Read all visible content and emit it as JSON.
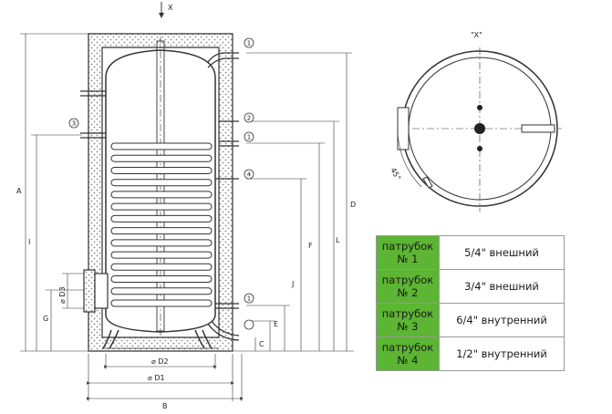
{
  "drawing": {
    "view_arrow_label": "X",
    "detail_title": "\"X\"",
    "angle_label": "45°",
    "dimension_labels": {
      "A": "A",
      "B": "B",
      "C": "C",
      "D": "D",
      "E": "E",
      "F": "F",
      "G": "G",
      "I": "I",
      "J": "J",
      "L": "L",
      "D1": "⌀ D1",
      "D2": "⌀ D2",
      "D3": "⌀ D3"
    },
    "port_markers": {
      "top": "1",
      "p2": "2",
      "p1_coil": "1",
      "p4": "4",
      "p3": "3",
      "p1_bottom": "1"
    }
  },
  "legend": {
    "rows": [
      {
        "port_line1": "патрубок",
        "port_line2": "№ 1",
        "spec": "5/4\" внешний"
      },
      {
        "port_line1": "патрубок",
        "port_line2": "№ 2",
        "spec": "3/4\" внешний"
      },
      {
        "port_line1": "патрубок",
        "port_line2": "№ 3",
        "spec": "6/4\" внутренний"
      },
      {
        "port_line1": "патрубок",
        "port_line2": "№ 4",
        "spec": "1/2\" внутренний"
      }
    ]
  },
  "colors": {
    "legend_key_bg": "#5cb533",
    "line": "#333333"
  }
}
